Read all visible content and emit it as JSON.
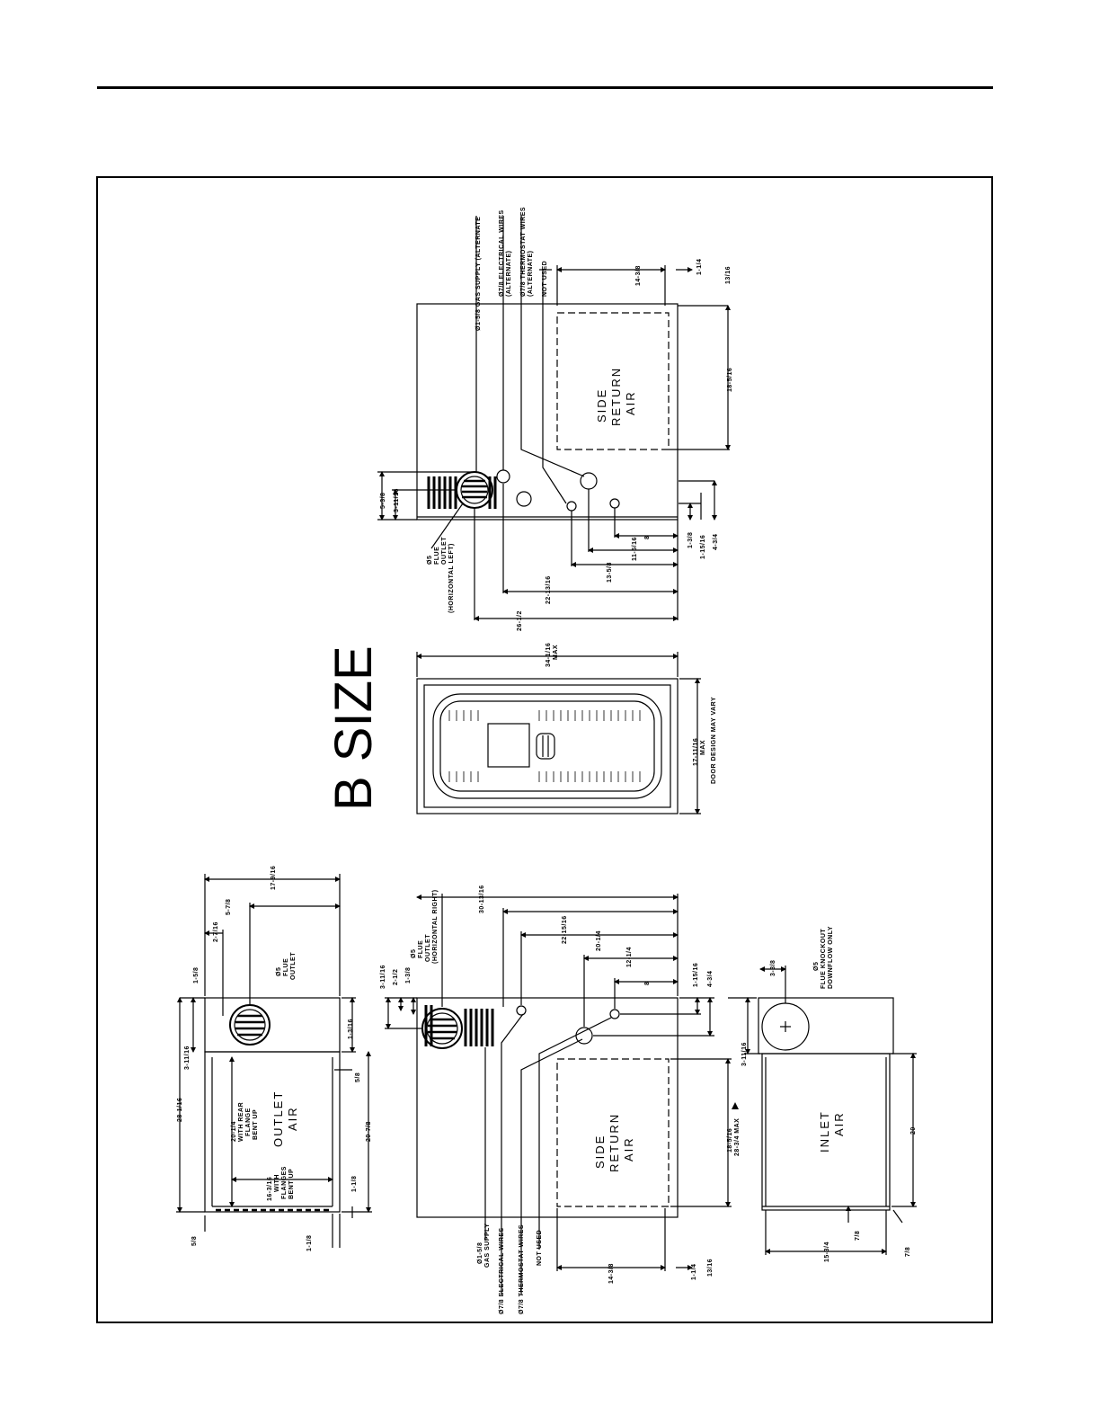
{
  "title": "B SIZE",
  "top_right_view": {
    "callouts": [
      "Ø1-5/8 GAS SUPPLY (ALTERNATE",
      "Ø7/8 ELECTRICAL WIRES",
      "(ALTERNATE)",
      "Ø7/8 THERMOSTAT WIRES",
      "(ALTERNATE)",
      "NOT USED"
    ],
    "side_return": [
      "SIDE",
      "RETURN",
      "AIR"
    ],
    "flue": [
      "Ø5",
      "FLUE",
      "OUTLET",
      "(HORIZONTAL LEFT)"
    ],
    "dims": {
      "d_14_3_8": "14-3/8",
      "d_1_1_4": "1-1/4",
      "d_13_16": "13/16",
      "d_18_5_16": "18-5/16",
      "d_5_3_8": "5-3/8",
      "d_3_11_16": "3-11/16",
      "d_8": "8",
      "d_11_5_16": "11-5/16",
      "d_13_5_8": "13-5/8",
      "d_22_13_16": "22-13/16",
      "d_26_1_2": "26-1/2",
      "d_1_3_8": "1-3/8",
      "d_1_15_16": "1-15/16",
      "d_4_3_4": "4-3/4"
    }
  },
  "front_view": {
    "d_34_1_16": "34-1/16",
    "max": "MAX",
    "d_17_11_16": "17-11/16",
    "max2": "MAX",
    "door_note": "DOOR DESIGN MAY VARY"
  },
  "outlet_view": {
    "label": [
      "OUTLET",
      "AIR"
    ],
    "flue": [
      "Ø5",
      "FLUE",
      "OUTLET"
    ],
    "rear_flange": [
      "20-1/4",
      "WITH REAR",
      "FLANGE",
      "BENT UP"
    ],
    "side_flanges": [
      "16-3/16",
      "WITH",
      "FLANGES",
      "BENT UP"
    ],
    "dims": {
      "d_17_9_16": "17-9/16",
      "d_5_7_8": "5-7/8",
      "d_2_7_16": "2-7/16",
      "d_1_5_8": "1-5/8",
      "d_3_11_16": "3-11/16",
      "d_28_1_16": "28-1/16",
      "d_1_3_16": "1-3/16",
      "d_5_8a": "5/8",
      "d_20_7_8": "20-7/8",
      "d_1_1_8a": "1-1/8",
      "d_5_8b": "5/8",
      "d_1_1_8b": "1-1/8"
    }
  },
  "bottom_mid_view": {
    "side_return": [
      "SIDE",
      "RETURN",
      "AIR"
    ],
    "flue": [
      "Ø5",
      "FLUE",
      "OUTLET",
      "(HORIZONTAL RIGHT)"
    ],
    "callouts": [
      "Ø1-5/8",
      "GAS SUPPLY",
      "Ø7/8 ELECTRICAL WIRES",
      "Ø7/8 THERMOSTAT WIRES",
      "NOT USED"
    ],
    "dims": {
      "d_30_13_16": "30-13/16",
      "d_22_15_16": "22-15/16",
      "d_20_1_4": "20-1/4",
      "d_12_1_4": "12-1/4",
      "d_8": "8",
      "d_3_11_16": "3-11/16",
      "d_2_1_2": "2-1/2",
      "d_1_3_8": "1-3/8",
      "d_1_15_16": "1-15/16",
      "d_4_3_4": "4-3/4",
      "d_18_5_16": "18-5/16",
      "d_14_3_8": "14-3/8",
      "d_1_1_4": "1-1/4",
      "d_13_16": "13/16"
    }
  },
  "inlet_view": {
    "label": [
      "INLET",
      "AIR"
    ],
    "flue": [
      "Ø5",
      "FLUE KNOCKOUT",
      "DOWNFLOW ONLY"
    ],
    "dims": {
      "d_3_3_8": "3-3/8",
      "d_3_11_16": "3-11/16",
      "d_28_3_4": "28-3/4 MAX",
      "d_20": "20",
      "d_7_8a": "7/8",
      "d_15_3_4": "15-3/4",
      "d_7_8b": "7/8"
    }
  }
}
